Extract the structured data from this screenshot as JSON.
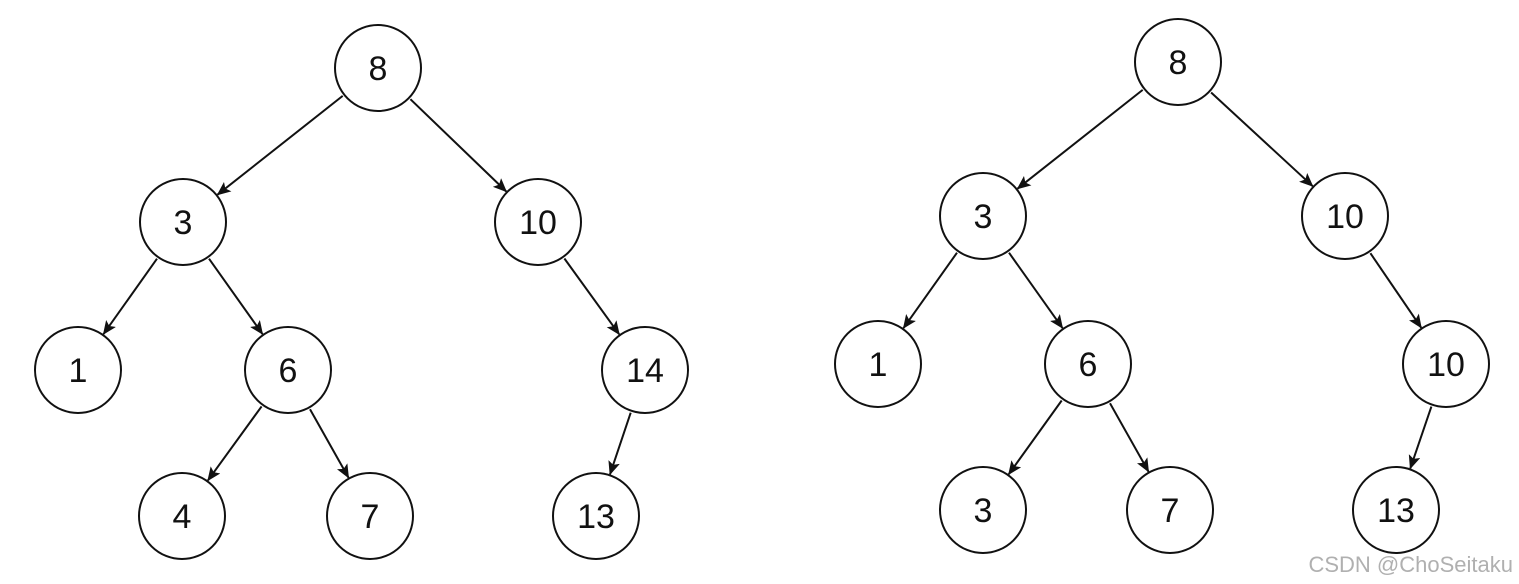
{
  "trees": [
    {
      "id": "left-tree",
      "nodes": [
        {
          "id": "a",
          "label": "8"
        },
        {
          "id": "b",
          "label": "3"
        },
        {
          "id": "c",
          "label": "10"
        },
        {
          "id": "d",
          "label": "1"
        },
        {
          "id": "e",
          "label": "6"
        },
        {
          "id": "f",
          "label": "14"
        },
        {
          "id": "g",
          "label": "4"
        },
        {
          "id": "h",
          "label": "7"
        },
        {
          "id": "i",
          "label": "13"
        }
      ],
      "edges": [
        [
          "a",
          "b"
        ],
        [
          "a",
          "c"
        ],
        [
          "b",
          "d"
        ],
        [
          "b",
          "e"
        ],
        [
          "c",
          "f"
        ],
        [
          "e",
          "g"
        ],
        [
          "e",
          "h"
        ],
        [
          "f",
          "i"
        ]
      ]
    },
    {
      "id": "right-tree",
      "nodes": [
        {
          "id": "a",
          "label": "8"
        },
        {
          "id": "b",
          "label": "3"
        },
        {
          "id": "c",
          "label": "10"
        },
        {
          "id": "d",
          "label": "1"
        },
        {
          "id": "e",
          "label": "6"
        },
        {
          "id": "f",
          "label": "10"
        },
        {
          "id": "g",
          "label": "3"
        },
        {
          "id": "h",
          "label": "7"
        },
        {
          "id": "i",
          "label": "13"
        }
      ],
      "edges": [
        [
          "a",
          "b"
        ],
        [
          "a",
          "c"
        ],
        [
          "b",
          "d"
        ],
        [
          "b",
          "e"
        ],
        [
          "c",
          "f"
        ],
        [
          "e",
          "g"
        ],
        [
          "e",
          "h"
        ],
        [
          "f",
          "i"
        ]
      ]
    }
  ],
  "watermark": {
    "credit": "CSDN @ChoSeitaku"
  },
  "colors": {
    "stroke": "#111111",
    "fill": "#ffffff",
    "watermark": "#b0b0b0"
  }
}
